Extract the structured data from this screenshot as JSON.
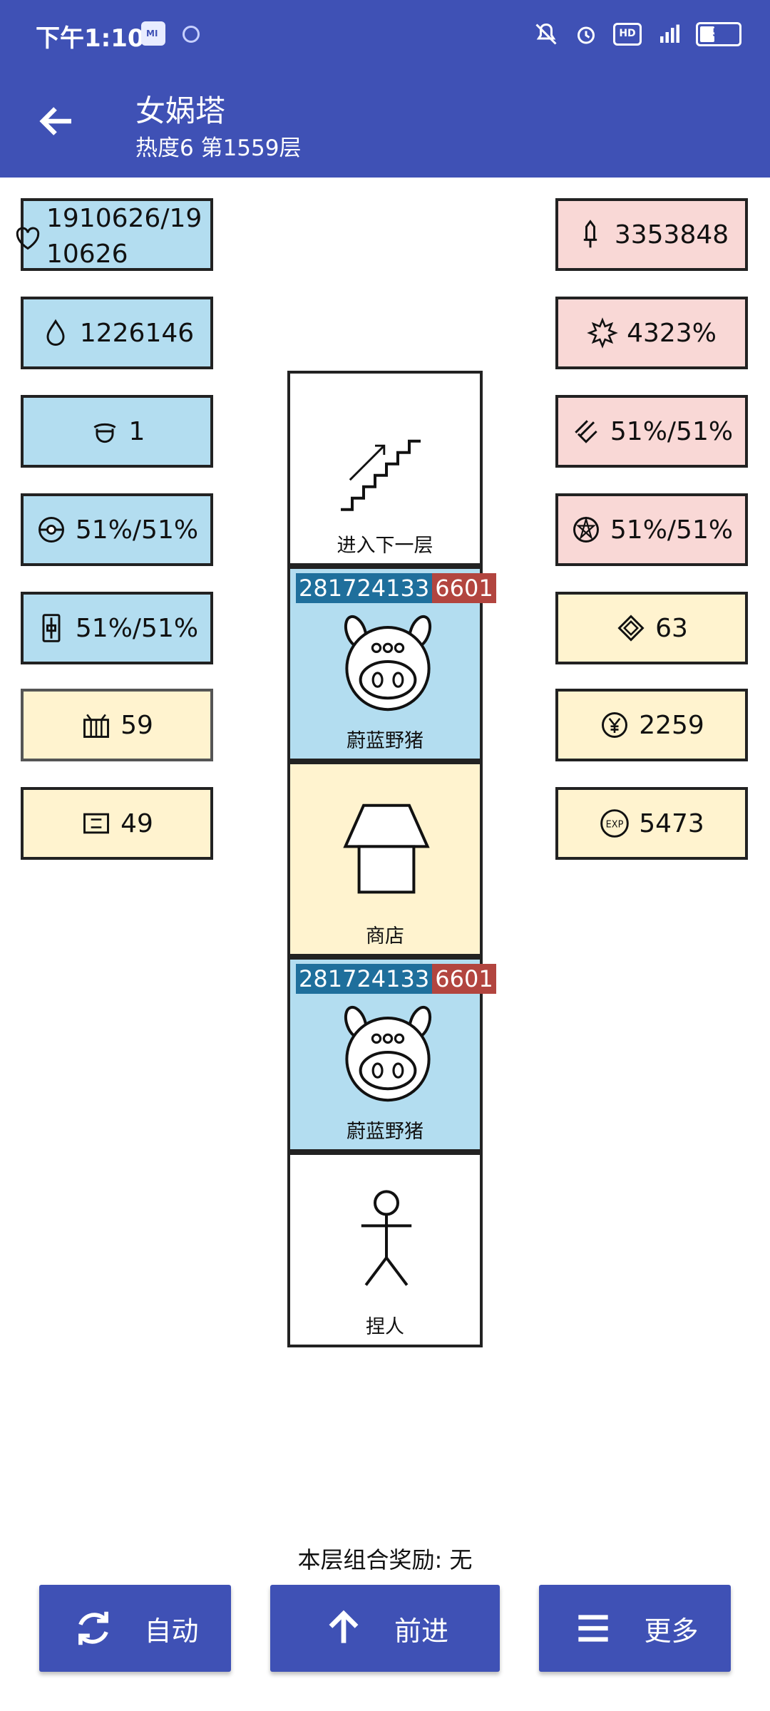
{
  "status_bar": {
    "time": "下午1:10",
    "battery": "5"
  },
  "header": {
    "title": "女娲塔",
    "subtitle": "热度6 第1559层"
  },
  "left_stats": {
    "hp": "1910626/1910626",
    "mana": "1226146",
    "hat": "1",
    "orb": "51%/51%",
    "device": "51%/51%",
    "gift": "59",
    "book": "49"
  },
  "right_stats": {
    "attack": "3353848",
    "burst": "4323%",
    "slash": "51%/51%",
    "star": "51%/51%",
    "diamond": "63",
    "yen": "2259",
    "exp": "5473"
  },
  "cells": [
    {
      "type": "stairs",
      "label": "进入下一层"
    },
    {
      "type": "monster",
      "label": "蔚蓝野猪",
      "bar_left": "281724133",
      "bar_right": "6601"
    },
    {
      "type": "shop",
      "label": "商店"
    },
    {
      "type": "monster",
      "label": "蔚蓝野猪",
      "bar_left": "281724133",
      "bar_right": "6601"
    },
    {
      "type": "player",
      "label": "捏人"
    }
  ],
  "combo_text": "本层组合奖励: 无",
  "buttons": {
    "auto": "自动",
    "forward": "前进",
    "more": "更多"
  },
  "colors": {
    "primary": "#3f51b5",
    "blue_box": "#b3ddf0",
    "pink_box": "#f9d8d6",
    "cream_box": "#fff3cf"
  }
}
